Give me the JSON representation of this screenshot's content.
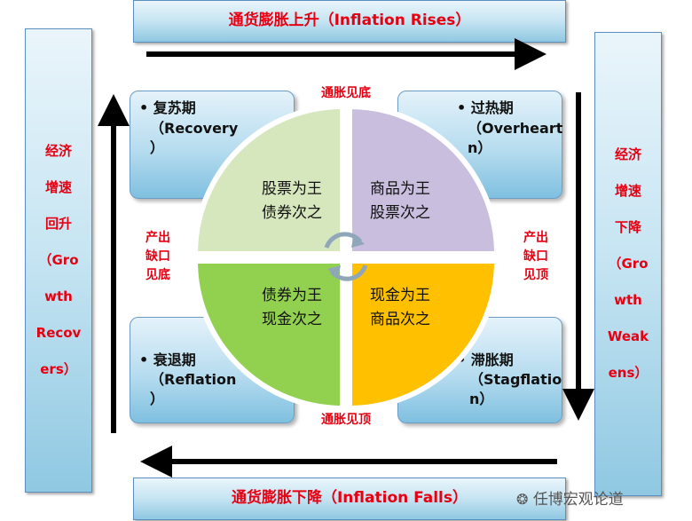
{
  "top_banner": "通货膨胀上升（Inflation Rises）",
  "bottom_banner": "通货膨胀下降（Inflation Falls）",
  "left_banner": [
    "经济",
    "增速",
    "回升",
    "（Gro",
    "wth",
    "Recov",
    "ers）"
  ],
  "right_banner": [
    "经济",
    "增速",
    "下降",
    "（Gro",
    "wth",
    "Weak",
    "ens）"
  ],
  "phases": {
    "recovery": [
      "• 复苏期",
      "（Recovery",
      "）"
    ],
    "overheat": [
      "• 过热期",
      "（Overheart",
      "n）"
    ],
    "reflation": [
      "• 衰退期",
      "（Reflation",
      "）"
    ],
    "stagflation": [
      "• 滞胀期",
      "（Stagflatio",
      "n）"
    ]
  },
  "labels": {
    "top_center": "通胀见底",
    "bottom_center": "通胀见顶",
    "left": [
      "产出",
      "缺口",
      "见底"
    ],
    "right": [
      "产出",
      "缺口",
      "见顶"
    ]
  },
  "quadrants": {
    "top_left": [
      "股票为王",
      "债券次之"
    ],
    "top_right": [
      "商品为王",
      "股票次之"
    ],
    "bottom_left": [
      "债券为王",
      "现金次之"
    ],
    "bottom_right": [
      "现金为王",
      "商品次之"
    ]
  },
  "quadrant_colors": {
    "top_left": "#d6e6bd",
    "top_right": "#c9bedd",
    "bottom_left": "#92d050",
    "bottom_right": "#ffc000"
  },
  "watermark": "任博宏观论道"
}
